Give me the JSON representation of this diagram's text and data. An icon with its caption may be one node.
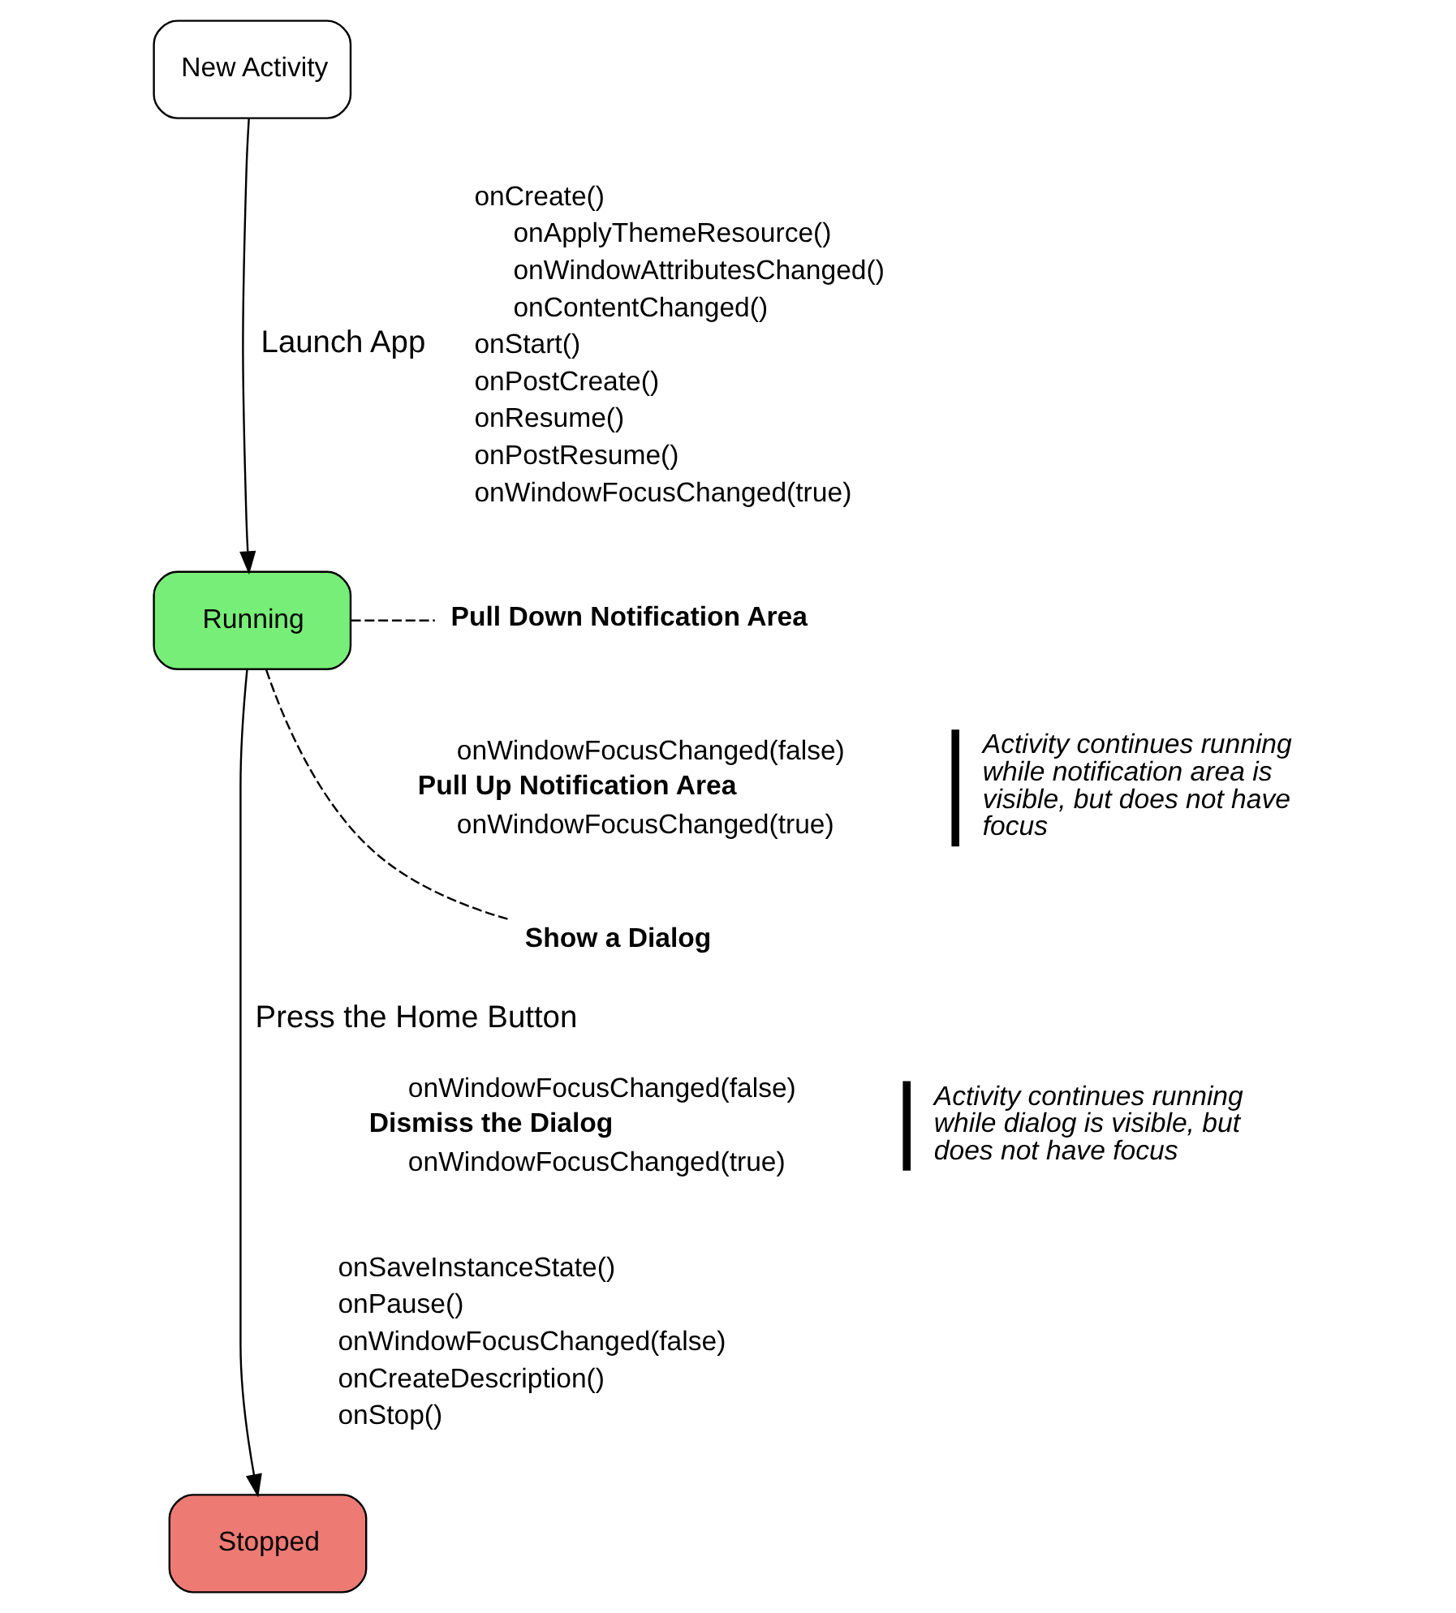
{
  "diagram": {
    "nodes": [
      {
        "text": [
          "New Activity"
        ]
      },
      {
        "text": [
          "Running"
        ]
      },
      {
        "text": [
          "Stopped"
        ]
      },
      {
        "text": [
          "Pull Down Notification Area"
        ]
      },
      {
        "text": [
          "Show a Dialog"
        ]
      }
    ],
    "edges": [
      {
        "from": 0,
        "to": 1,
        "arrow": "to",
        "label": "Launch App"
      },
      {
        "from": 1,
        "to": 3,
        "arrow": "none",
        "style": "dashed"
      },
      {
        "from": 1,
        "to": 4,
        "arrow": "none",
        "style": "dashed"
      },
      {
        "from": 1,
        "to": 2,
        "arrow": "to",
        "label": "Press the Home Button"
      }
    ],
    "labels": [
      "onCreate()",
      "onApplyThemeResource()",
      "onWindowAttributesChanged()",
      "onContentChanged()",
      "onStart()",
      "onPostCreate()",
      "onResume()",
      "onPostResume()",
      "onWindowFocusChanged(true)",
      "onWindowFocusChanged(false)",
      "Pull Up Notification Area",
      "onWindowFocusChanged(true)",
      "Activity continues running while notification area is visible, but does not have focus",
      "onWindowFocusChanged(false)",
      "Dismiss the Dialog",
      "onWindowFocusChanged(true)",
      "Activity continues running while dialog is visible, but does not have focus",
      "onSaveInstanceState()",
      "onPause()",
      "onWindowFocusChanged(false)",
      "onCreateDescription()",
      "onStop()"
    ]
  }
}
